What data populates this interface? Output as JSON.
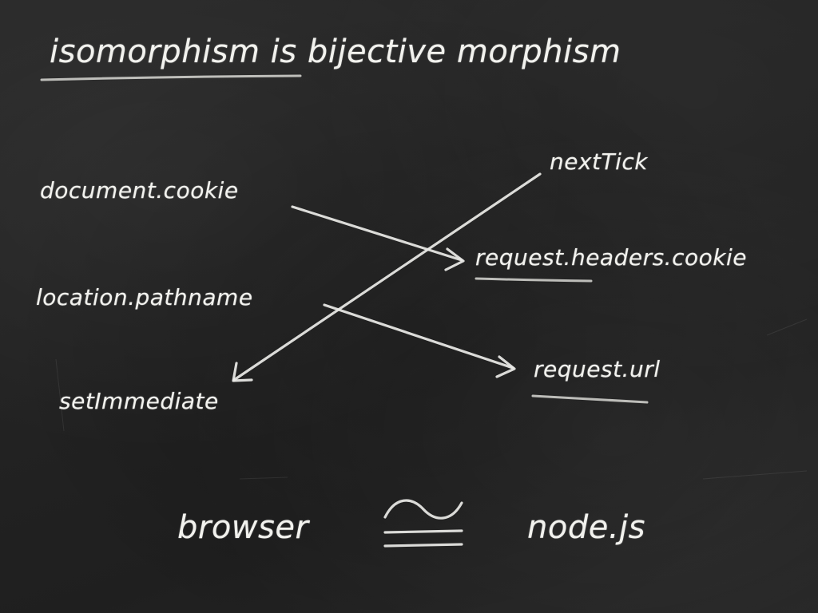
{
  "title": {
    "text": "isomorphism is bijective morphism",
    "underlined_word": "isomorphism"
  },
  "left_terms": {
    "document_cookie": "document.cookie",
    "location_pathname": "location.pathname",
    "setimmediate": "setImmediate"
  },
  "right_terms": {
    "nexttick": "nextTick",
    "request_headers_cookie": "request.headers.cookie",
    "request_url": "request.url"
  },
  "footer": {
    "left": "browser",
    "right": "node.js",
    "symbol": "≅"
  },
  "mappings": [
    {
      "from": "document.cookie",
      "to": "request.headers.cookie"
    },
    {
      "from": "location.pathname",
      "to": "request.url"
    },
    {
      "from": "nextTick",
      "to": "setImmediate"
    }
  ],
  "colors": {
    "board": "#232323",
    "chalk": "#f2f2ee"
  }
}
